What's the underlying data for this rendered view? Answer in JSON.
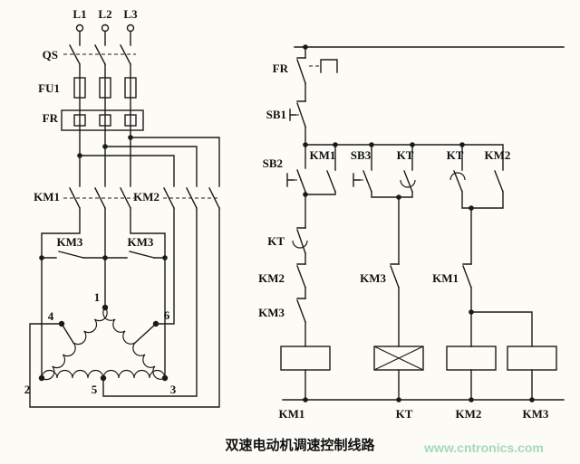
{
  "diagram": {
    "caption": "双速电动机调速控制线路",
    "watermark": "www.cntronics.com",
    "colors": {
      "line": "#1a1a1a",
      "watermark": "#a4dab8",
      "background": "#fcfbf5"
    },
    "power": {
      "phases": {
        "l1": "L1",
        "l2": "L2",
        "l3": "L3"
      },
      "qs": "QS",
      "fu1": "FU1",
      "fr": "FR",
      "km1": "KM1",
      "km2": "KM2",
      "km3_left": "KM3",
      "km3_right": "KM3",
      "terminals": {
        "t1": "1",
        "t2": "2",
        "t3": "3",
        "t4": "4",
        "t5": "5",
        "t6": "6"
      }
    },
    "control": {
      "fr": "FR",
      "sb1": "SB1",
      "sb2": "SB2",
      "row": {
        "km1": "KM1",
        "sb3": "SB3",
        "kt1": "KT",
        "kt2": "KT",
        "km2": "KM2"
      },
      "stem": {
        "kt": "KT",
        "km2": "KM2",
        "km3": "KM3"
      },
      "km3_mid": "KM3",
      "km1_right": "KM1",
      "coils": {
        "km1": "KM1",
        "kt": "KT",
        "km2": "KM2",
        "km3": "KM3"
      }
    }
  }
}
